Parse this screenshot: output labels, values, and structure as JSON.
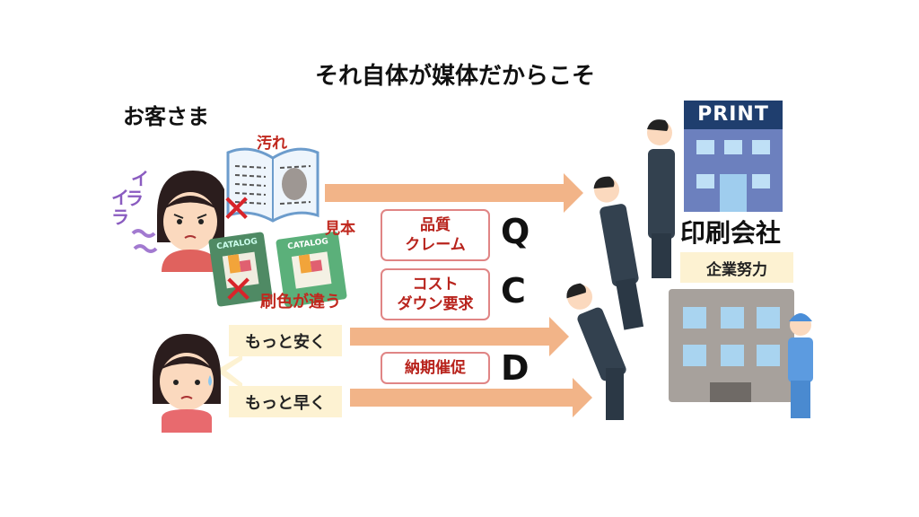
{
  "title": "それ自体が媒体だからこそ",
  "customer_label": "お客さま",
  "irritation": [
    "イ",
    "ラ",
    "イ",
    "ラ"
  ],
  "problems": {
    "stain": "汚れ",
    "sample": "見本",
    "color_mismatch": "刷色が違う",
    "catalog_text": "CATALOG"
  },
  "demands": [
    {
      "lines": [
        "品質",
        "クレーム"
      ],
      "letter": "Q"
    },
    {
      "lines": [
        "コスト",
        "ダウン要求"
      ],
      "letter": "C"
    },
    {
      "lines": [
        "納期催促"
      ],
      "letter": "D"
    }
  ],
  "bubbles": [
    "もっと安く",
    "もっと早く"
  ],
  "company": {
    "sign": "PRINT",
    "name": "印刷会社",
    "effort": "企業努力"
  },
  "colors": {
    "arrow": "#f2b488",
    "box_border": "#e08585",
    "box_text": "#b8231c",
    "bubble": "#fdf2d2",
    "building_header": "#1f3e6e",
    "building_body": "#6c80be"
  }
}
